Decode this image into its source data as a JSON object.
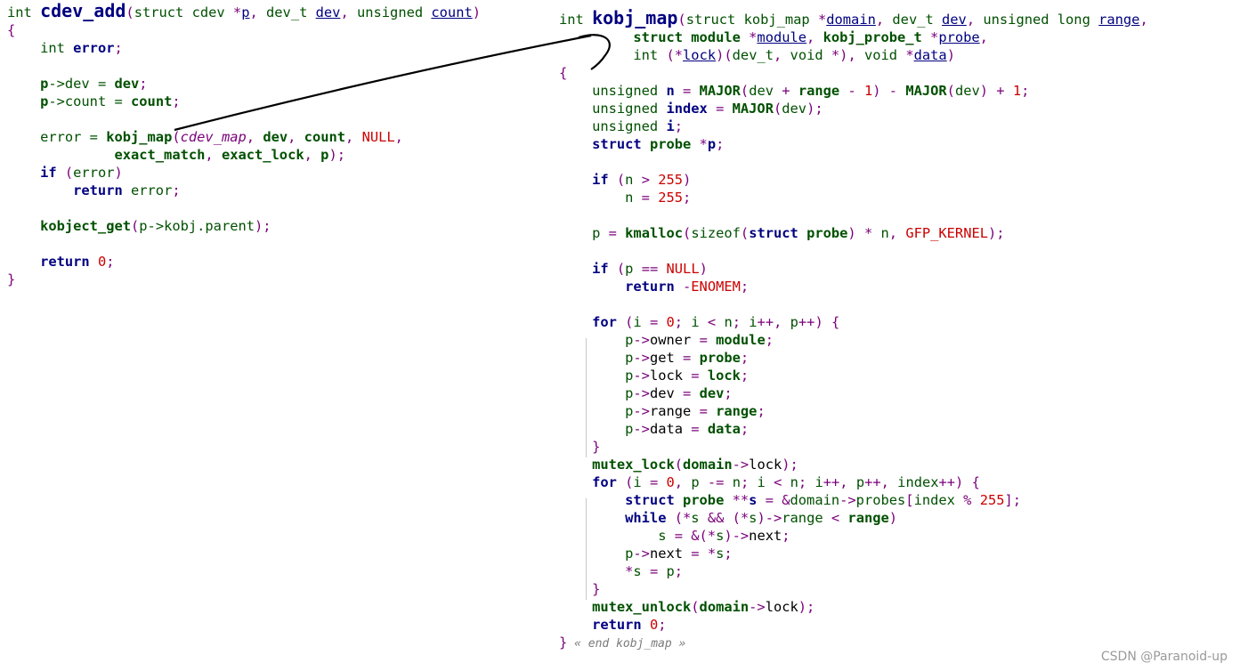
{
  "colors": {
    "kw": "#005000",
    "fn": "#000080",
    "ident": "#0000a0",
    "punct": "#7a007a",
    "num": "#cc0000",
    "plain": "#000000",
    "cm": "#7a7a7a",
    "ital": "#7a007a",
    "arrow": "#000000"
  },
  "left_code": [
    [
      {
        "t": "int ",
        "c": "kw"
      },
      {
        "t": "cdev_add",
        "c": "fn",
        "title": true
      },
      {
        "t": "(",
        "c": "punct"
      },
      {
        "t": "struct ",
        "c": "kw"
      },
      {
        "t": "cdev ",
        "c": "kw"
      },
      {
        "t": "*",
        "c": "punct"
      },
      {
        "t": "p",
        "c": "fn",
        "ul": true
      },
      {
        "t": ", ",
        "c": "punct"
      },
      {
        "t": "dev_t ",
        "c": "kw"
      },
      {
        "t": "dev",
        "c": "fn",
        "ul": true
      },
      {
        "t": ", ",
        "c": "punct"
      },
      {
        "t": "unsigned ",
        "c": "kw"
      },
      {
        "t": "count",
        "c": "fn",
        "ul": true
      },
      {
        "t": ")",
        "c": "punct"
      }
    ],
    [
      {
        "t": "{",
        "c": "punct"
      }
    ],
    [
      {
        "t": "    int ",
        "c": "kw"
      },
      {
        "t": "error",
        "c": "fn",
        "b": true
      },
      {
        "t": ";",
        "c": "punct"
      }
    ],
    [],
    [
      {
        "t": "    p",
        "c": "kw",
        "b": true
      },
      {
        "t": "->dev = ",
        "c": "kw"
      },
      {
        "t": "dev",
        "c": "kw",
        "b": true
      },
      {
        "t": ";",
        "c": "punct"
      }
    ],
    [
      {
        "t": "    p",
        "c": "kw",
        "b": true
      },
      {
        "t": "->count = ",
        "c": "kw"
      },
      {
        "t": "count",
        "c": "kw",
        "b": true
      },
      {
        "t": ";",
        "c": "punct"
      }
    ],
    [],
    [
      {
        "t": "    error = ",
        "c": "kw"
      },
      {
        "t": "kobj_map",
        "c": "kw",
        "b": true
      },
      {
        "t": "(",
        "c": "punct"
      },
      {
        "t": "cdev_map",
        "c": "ital",
        "i": true
      },
      {
        "t": ", ",
        "c": "punct"
      },
      {
        "t": "dev",
        "c": "kw",
        "b": true
      },
      {
        "t": ", ",
        "c": "punct"
      },
      {
        "t": "count",
        "c": "kw",
        "b": true
      },
      {
        "t": ", ",
        "c": "punct"
      },
      {
        "t": "NULL",
        "c": "num"
      },
      {
        "t": ",",
        "c": "punct"
      }
    ],
    [
      {
        "t": "             exact_match",
        "c": "kw",
        "b": true
      },
      {
        "t": ", ",
        "c": "punct"
      },
      {
        "t": "exact_lock",
        "c": "kw",
        "b": true
      },
      {
        "t": ", ",
        "c": "punct"
      },
      {
        "t": "p",
        "c": "kw",
        "b": true
      },
      {
        "t": ");",
        "c": "punct"
      }
    ],
    [
      {
        "t": "    if ",
        "c": "fn",
        "b": true
      },
      {
        "t": "(",
        "c": "punct"
      },
      {
        "t": "error",
        "c": "kw"
      },
      {
        "t": ")",
        "c": "punct"
      }
    ],
    [
      {
        "t": "        return ",
        "c": "fn",
        "b": true
      },
      {
        "t": "error",
        "c": "kw"
      },
      {
        "t": ";",
        "c": "punct"
      }
    ],
    [],
    [
      {
        "t": "    kobject_get",
        "c": "kw",
        "b": true
      },
      {
        "t": "(",
        "c": "punct"
      },
      {
        "t": "p->kobj.parent",
        "c": "kw"
      },
      {
        "t": ");",
        "c": "punct"
      }
    ],
    [],
    [
      {
        "t": "    return ",
        "c": "fn",
        "b": true
      },
      {
        "t": "0",
        "c": "num"
      },
      {
        "t": ";",
        "c": "punct"
      }
    ],
    [
      {
        "t": "}",
        "c": "punct"
      }
    ]
  ],
  "right_code": [
    [
      {
        "t": "int ",
        "c": "kw"
      },
      {
        "t": "kobj_map",
        "c": "fn",
        "title": true
      },
      {
        "t": "(",
        "c": "punct"
      },
      {
        "t": "struct ",
        "c": "kw"
      },
      {
        "t": "kobj_map ",
        "c": "kw"
      },
      {
        "t": "*",
        "c": "punct"
      },
      {
        "t": "domain",
        "c": "fn",
        "ul": true
      },
      {
        "t": ", ",
        "c": "punct"
      },
      {
        "t": "dev_t ",
        "c": "kw"
      },
      {
        "t": "dev",
        "c": "fn",
        "ul": true
      },
      {
        "t": ", ",
        "c": "punct"
      },
      {
        "t": "unsigned long ",
        "c": "kw"
      },
      {
        "t": "range",
        "c": "fn",
        "ul": true
      },
      {
        "t": ",",
        "c": "punct"
      }
    ],
    [
      {
        "t": "         struct ",
        "c": "kw",
        "b": true
      },
      {
        "t": "module ",
        "c": "kw",
        "b": true
      },
      {
        "t": "*",
        "c": "punct"
      },
      {
        "t": "module",
        "c": "fn",
        "ul": true
      },
      {
        "t": ", ",
        "c": "punct"
      },
      {
        "t": "kobj_probe_t ",
        "c": "kw",
        "b": true
      },
      {
        "t": "*",
        "c": "punct"
      },
      {
        "t": "probe",
        "c": "fn",
        "ul": true
      },
      {
        "t": ",",
        "c": "punct"
      }
    ],
    [
      {
        "t": "         int ",
        "c": "kw"
      },
      {
        "t": "(",
        "c": "punct"
      },
      {
        "t": "*",
        "c": "punct"
      },
      {
        "t": "lock",
        "c": "fn",
        "ul": true
      },
      {
        "t": ")(",
        "c": "punct"
      },
      {
        "t": "dev_t",
        "c": "kw"
      },
      {
        "t": ", ",
        "c": "punct"
      },
      {
        "t": "void ",
        "c": "kw"
      },
      {
        "t": "*",
        "c": "punct"
      },
      {
        "t": "), ",
        "c": "punct"
      },
      {
        "t": "void ",
        "c": "kw"
      },
      {
        "t": "*",
        "c": "punct"
      },
      {
        "t": "data",
        "c": "fn",
        "ul": true
      },
      {
        "t": ")",
        "c": "punct"
      }
    ],
    [
      {
        "t": "{",
        "c": "punct"
      }
    ],
    [
      {
        "t": "    unsigned ",
        "c": "kw"
      },
      {
        "t": "n",
        "c": "fn",
        "b": true
      },
      {
        "t": " = ",
        "c": "punct"
      },
      {
        "t": "MAJOR",
        "c": "kw",
        "b": true
      },
      {
        "t": "(",
        "c": "punct"
      },
      {
        "t": "dev",
        "c": "kw"
      },
      {
        "t": " + ",
        "c": "punct"
      },
      {
        "t": "range",
        "c": "kw",
        "b": true
      },
      {
        "t": " - ",
        "c": "punct"
      },
      {
        "t": "1",
        "c": "num"
      },
      {
        "t": ") - ",
        "c": "punct"
      },
      {
        "t": "MAJOR",
        "c": "kw",
        "b": true
      },
      {
        "t": "(",
        "c": "punct"
      },
      {
        "t": "dev",
        "c": "kw"
      },
      {
        "t": ") + ",
        "c": "punct"
      },
      {
        "t": "1",
        "c": "num"
      },
      {
        "t": ";",
        "c": "punct"
      }
    ],
    [
      {
        "t": "    unsigned ",
        "c": "kw"
      },
      {
        "t": "index",
        "c": "fn",
        "b": true
      },
      {
        "t": " = ",
        "c": "punct"
      },
      {
        "t": "MAJOR",
        "c": "kw",
        "b": true
      },
      {
        "t": "(",
        "c": "punct"
      },
      {
        "t": "dev",
        "c": "kw"
      },
      {
        "t": ");",
        "c": "punct"
      }
    ],
    [
      {
        "t": "    unsigned ",
        "c": "kw"
      },
      {
        "t": "i",
        "c": "fn",
        "b": true
      },
      {
        "t": ";",
        "c": "punct"
      }
    ],
    [
      {
        "t": "    struct ",
        "c": "fn",
        "b": true
      },
      {
        "t": "probe ",
        "c": "kw",
        "b": true
      },
      {
        "t": "*",
        "c": "punct"
      },
      {
        "t": "p",
        "c": "fn",
        "b": true
      },
      {
        "t": ";",
        "c": "punct"
      }
    ],
    [],
    [
      {
        "t": "    if ",
        "c": "fn",
        "b": true
      },
      {
        "t": "(",
        "c": "punct"
      },
      {
        "t": "n",
        "c": "kw"
      },
      {
        "t": " > ",
        "c": "punct"
      },
      {
        "t": "255",
        "c": "num"
      },
      {
        "t": ")",
        "c": "punct"
      }
    ],
    [
      {
        "t": "        n",
        "c": "kw"
      },
      {
        "t": " = ",
        "c": "punct"
      },
      {
        "t": "255",
        "c": "num"
      },
      {
        "t": ";",
        "c": "punct"
      }
    ],
    [],
    [
      {
        "t": "    p",
        "c": "kw"
      },
      {
        "t": " = ",
        "c": "punct"
      },
      {
        "t": "kmalloc",
        "c": "kw",
        "b": true
      },
      {
        "t": "(",
        "c": "punct"
      },
      {
        "t": "sizeof",
        "c": "kw"
      },
      {
        "t": "(",
        "c": "punct"
      },
      {
        "t": "struct ",
        "c": "fn",
        "b": true
      },
      {
        "t": "probe",
        "c": "kw",
        "b": true
      },
      {
        "t": ") * ",
        "c": "punct"
      },
      {
        "t": "n",
        "c": "kw"
      },
      {
        "t": ", ",
        "c": "punct"
      },
      {
        "t": "GFP_KERNEL",
        "c": "num"
      },
      {
        "t": ");",
        "c": "punct"
      }
    ],
    [],
    [
      {
        "t": "    if ",
        "c": "fn",
        "b": true
      },
      {
        "t": "(",
        "c": "punct"
      },
      {
        "t": "p",
        "c": "kw"
      },
      {
        "t": " == ",
        "c": "punct"
      },
      {
        "t": "NULL",
        "c": "num"
      },
      {
        "t": ")",
        "c": "punct"
      }
    ],
    [
      {
        "t": "        return ",
        "c": "fn",
        "b": true
      },
      {
        "t": "-",
        "c": "punct"
      },
      {
        "t": "ENOMEM",
        "c": "num"
      },
      {
        "t": ";",
        "c": "punct"
      }
    ],
    [],
    [
      {
        "t": "    for ",
        "c": "fn",
        "b": true
      },
      {
        "t": "(",
        "c": "punct"
      },
      {
        "t": "i",
        "c": "kw"
      },
      {
        "t": " = ",
        "c": "punct"
      },
      {
        "t": "0",
        "c": "num"
      },
      {
        "t": "; ",
        "c": "punct"
      },
      {
        "t": "i",
        "c": "kw"
      },
      {
        "t": " < ",
        "c": "punct"
      },
      {
        "t": "n",
        "c": "kw"
      },
      {
        "t": "; ",
        "c": "punct"
      },
      {
        "t": "i",
        "c": "kw"
      },
      {
        "t": "++, ",
        "c": "punct"
      },
      {
        "t": "p",
        "c": "kw"
      },
      {
        "t": "++) {",
        "c": "punct"
      }
    ],
    [
      {
        "t": "        p",
        "c": "kw"
      },
      {
        "t": "->",
        "c": "punct"
      },
      {
        "t": "owner",
        "c": "plain"
      },
      {
        "t": " = ",
        "c": "punct"
      },
      {
        "t": "module",
        "c": "kw",
        "b": true
      },
      {
        "t": ";",
        "c": "punct"
      }
    ],
    [
      {
        "t": "        p",
        "c": "kw"
      },
      {
        "t": "->",
        "c": "punct"
      },
      {
        "t": "get",
        "c": "plain"
      },
      {
        "t": " = ",
        "c": "punct"
      },
      {
        "t": "probe",
        "c": "kw",
        "b": true
      },
      {
        "t": ";",
        "c": "punct"
      }
    ],
    [
      {
        "t": "        p",
        "c": "kw"
      },
      {
        "t": "->",
        "c": "punct"
      },
      {
        "t": "lock",
        "c": "plain"
      },
      {
        "t": " = ",
        "c": "punct"
      },
      {
        "t": "lock",
        "c": "kw",
        "b": true
      },
      {
        "t": ";",
        "c": "punct"
      }
    ],
    [
      {
        "t": "        p",
        "c": "kw"
      },
      {
        "t": "->",
        "c": "punct"
      },
      {
        "t": "dev",
        "c": "plain"
      },
      {
        "t": " = ",
        "c": "punct"
      },
      {
        "t": "dev",
        "c": "kw",
        "b": true
      },
      {
        "t": ";",
        "c": "punct"
      }
    ],
    [
      {
        "t": "        p",
        "c": "kw"
      },
      {
        "t": "->",
        "c": "punct"
      },
      {
        "t": "range",
        "c": "plain"
      },
      {
        "t": " = ",
        "c": "punct"
      },
      {
        "t": "range",
        "c": "kw",
        "b": true
      },
      {
        "t": ";",
        "c": "punct"
      }
    ],
    [
      {
        "t": "        p",
        "c": "kw"
      },
      {
        "t": "->",
        "c": "punct"
      },
      {
        "t": "data",
        "c": "plain"
      },
      {
        "t": " = ",
        "c": "punct"
      },
      {
        "t": "data",
        "c": "kw",
        "b": true
      },
      {
        "t": ";",
        "c": "punct"
      }
    ],
    [
      {
        "t": "    }",
        "c": "punct"
      }
    ],
    [
      {
        "t": "    mutex_lock",
        "c": "kw",
        "b": true
      },
      {
        "t": "(",
        "c": "punct"
      },
      {
        "t": "domain",
        "c": "kw",
        "b": true
      },
      {
        "t": "->",
        "c": "punct"
      },
      {
        "t": "lock",
        "c": "plain"
      },
      {
        "t": ");",
        "c": "punct"
      }
    ],
    [
      {
        "t": "    for ",
        "c": "fn",
        "b": true
      },
      {
        "t": "(",
        "c": "punct"
      },
      {
        "t": "i",
        "c": "kw"
      },
      {
        "t": " = ",
        "c": "punct"
      },
      {
        "t": "0",
        "c": "num"
      },
      {
        "t": ", ",
        "c": "punct"
      },
      {
        "t": "p",
        "c": "kw"
      },
      {
        "t": " -= ",
        "c": "punct"
      },
      {
        "t": "n",
        "c": "kw"
      },
      {
        "t": "; ",
        "c": "punct"
      },
      {
        "t": "i",
        "c": "kw"
      },
      {
        "t": " < ",
        "c": "punct"
      },
      {
        "t": "n",
        "c": "kw"
      },
      {
        "t": "; ",
        "c": "punct"
      },
      {
        "t": "i",
        "c": "kw"
      },
      {
        "t": "++, ",
        "c": "punct"
      },
      {
        "t": "p",
        "c": "kw"
      },
      {
        "t": "++, ",
        "c": "punct"
      },
      {
        "t": "index",
        "c": "kw"
      },
      {
        "t": "++) {",
        "c": "punct"
      }
    ],
    [
      {
        "t": "        struct ",
        "c": "fn",
        "b": true
      },
      {
        "t": "probe ",
        "c": "kw",
        "b": true
      },
      {
        "t": "**",
        "c": "punct"
      },
      {
        "t": "s",
        "c": "fn",
        "b": true
      },
      {
        "t": " = &",
        "c": "punct"
      },
      {
        "t": "domain",
        "c": "kw"
      },
      {
        "t": "->",
        "c": "punct"
      },
      {
        "t": "probes",
        "c": "kw"
      },
      {
        "t": "[",
        "c": "punct"
      },
      {
        "t": "index",
        "c": "kw"
      },
      {
        "t": " % ",
        "c": "punct"
      },
      {
        "t": "255",
        "c": "num"
      },
      {
        "t": "];",
        "c": "punct"
      }
    ],
    [
      {
        "t": "        while ",
        "c": "fn",
        "b": true
      },
      {
        "t": "(*",
        "c": "punct"
      },
      {
        "t": "s",
        "c": "kw"
      },
      {
        "t": " && (*",
        "c": "punct"
      },
      {
        "t": "s",
        "c": "kw"
      },
      {
        "t": ")->",
        "c": "punct"
      },
      {
        "t": "range",
        "c": "kw"
      },
      {
        "t": " < ",
        "c": "punct"
      },
      {
        "t": "range",
        "c": "kw",
        "b": true
      },
      {
        "t": ")",
        "c": "punct"
      }
    ],
    [
      {
        "t": "            s",
        "c": "kw"
      },
      {
        "t": " = &(*",
        "c": "punct"
      },
      {
        "t": "s",
        "c": "kw"
      },
      {
        "t": ")->",
        "c": "punct"
      },
      {
        "t": "next",
        "c": "plain"
      },
      {
        "t": ";",
        "c": "punct"
      }
    ],
    [
      {
        "t": "        p",
        "c": "kw"
      },
      {
        "t": "->",
        "c": "punct"
      },
      {
        "t": "next",
        "c": "plain"
      },
      {
        "t": " = *",
        "c": "punct"
      },
      {
        "t": "s",
        "c": "kw"
      },
      {
        "t": ";",
        "c": "punct"
      }
    ],
    [
      {
        "t": "        *",
        "c": "punct"
      },
      {
        "t": "s",
        "c": "kw"
      },
      {
        "t": " = ",
        "c": "punct"
      },
      {
        "t": "p",
        "c": "kw"
      },
      {
        "t": ";",
        "c": "punct"
      }
    ],
    [
      {
        "t": "    }",
        "c": "punct"
      }
    ],
    [
      {
        "t": "    mutex_unlock",
        "c": "kw",
        "b": true
      },
      {
        "t": "(",
        "c": "punct"
      },
      {
        "t": "domain",
        "c": "kw",
        "b": true
      },
      {
        "t": "->",
        "c": "punct"
      },
      {
        "t": "lock",
        "c": "plain"
      },
      {
        "t": ");",
        "c": "punct"
      }
    ],
    [
      {
        "t": "    return ",
        "c": "fn",
        "b": true
      },
      {
        "t": "0",
        "c": "num"
      },
      {
        "t": ";",
        "c": "punct"
      }
    ],
    [
      {
        "t": "}",
        "c": "punct"
      },
      {
        "t": " « end kobj_map »",
        "c": "cm",
        "i": true
      }
    ]
  ],
  "watermark": "CSDN @Paranoid-up"
}
